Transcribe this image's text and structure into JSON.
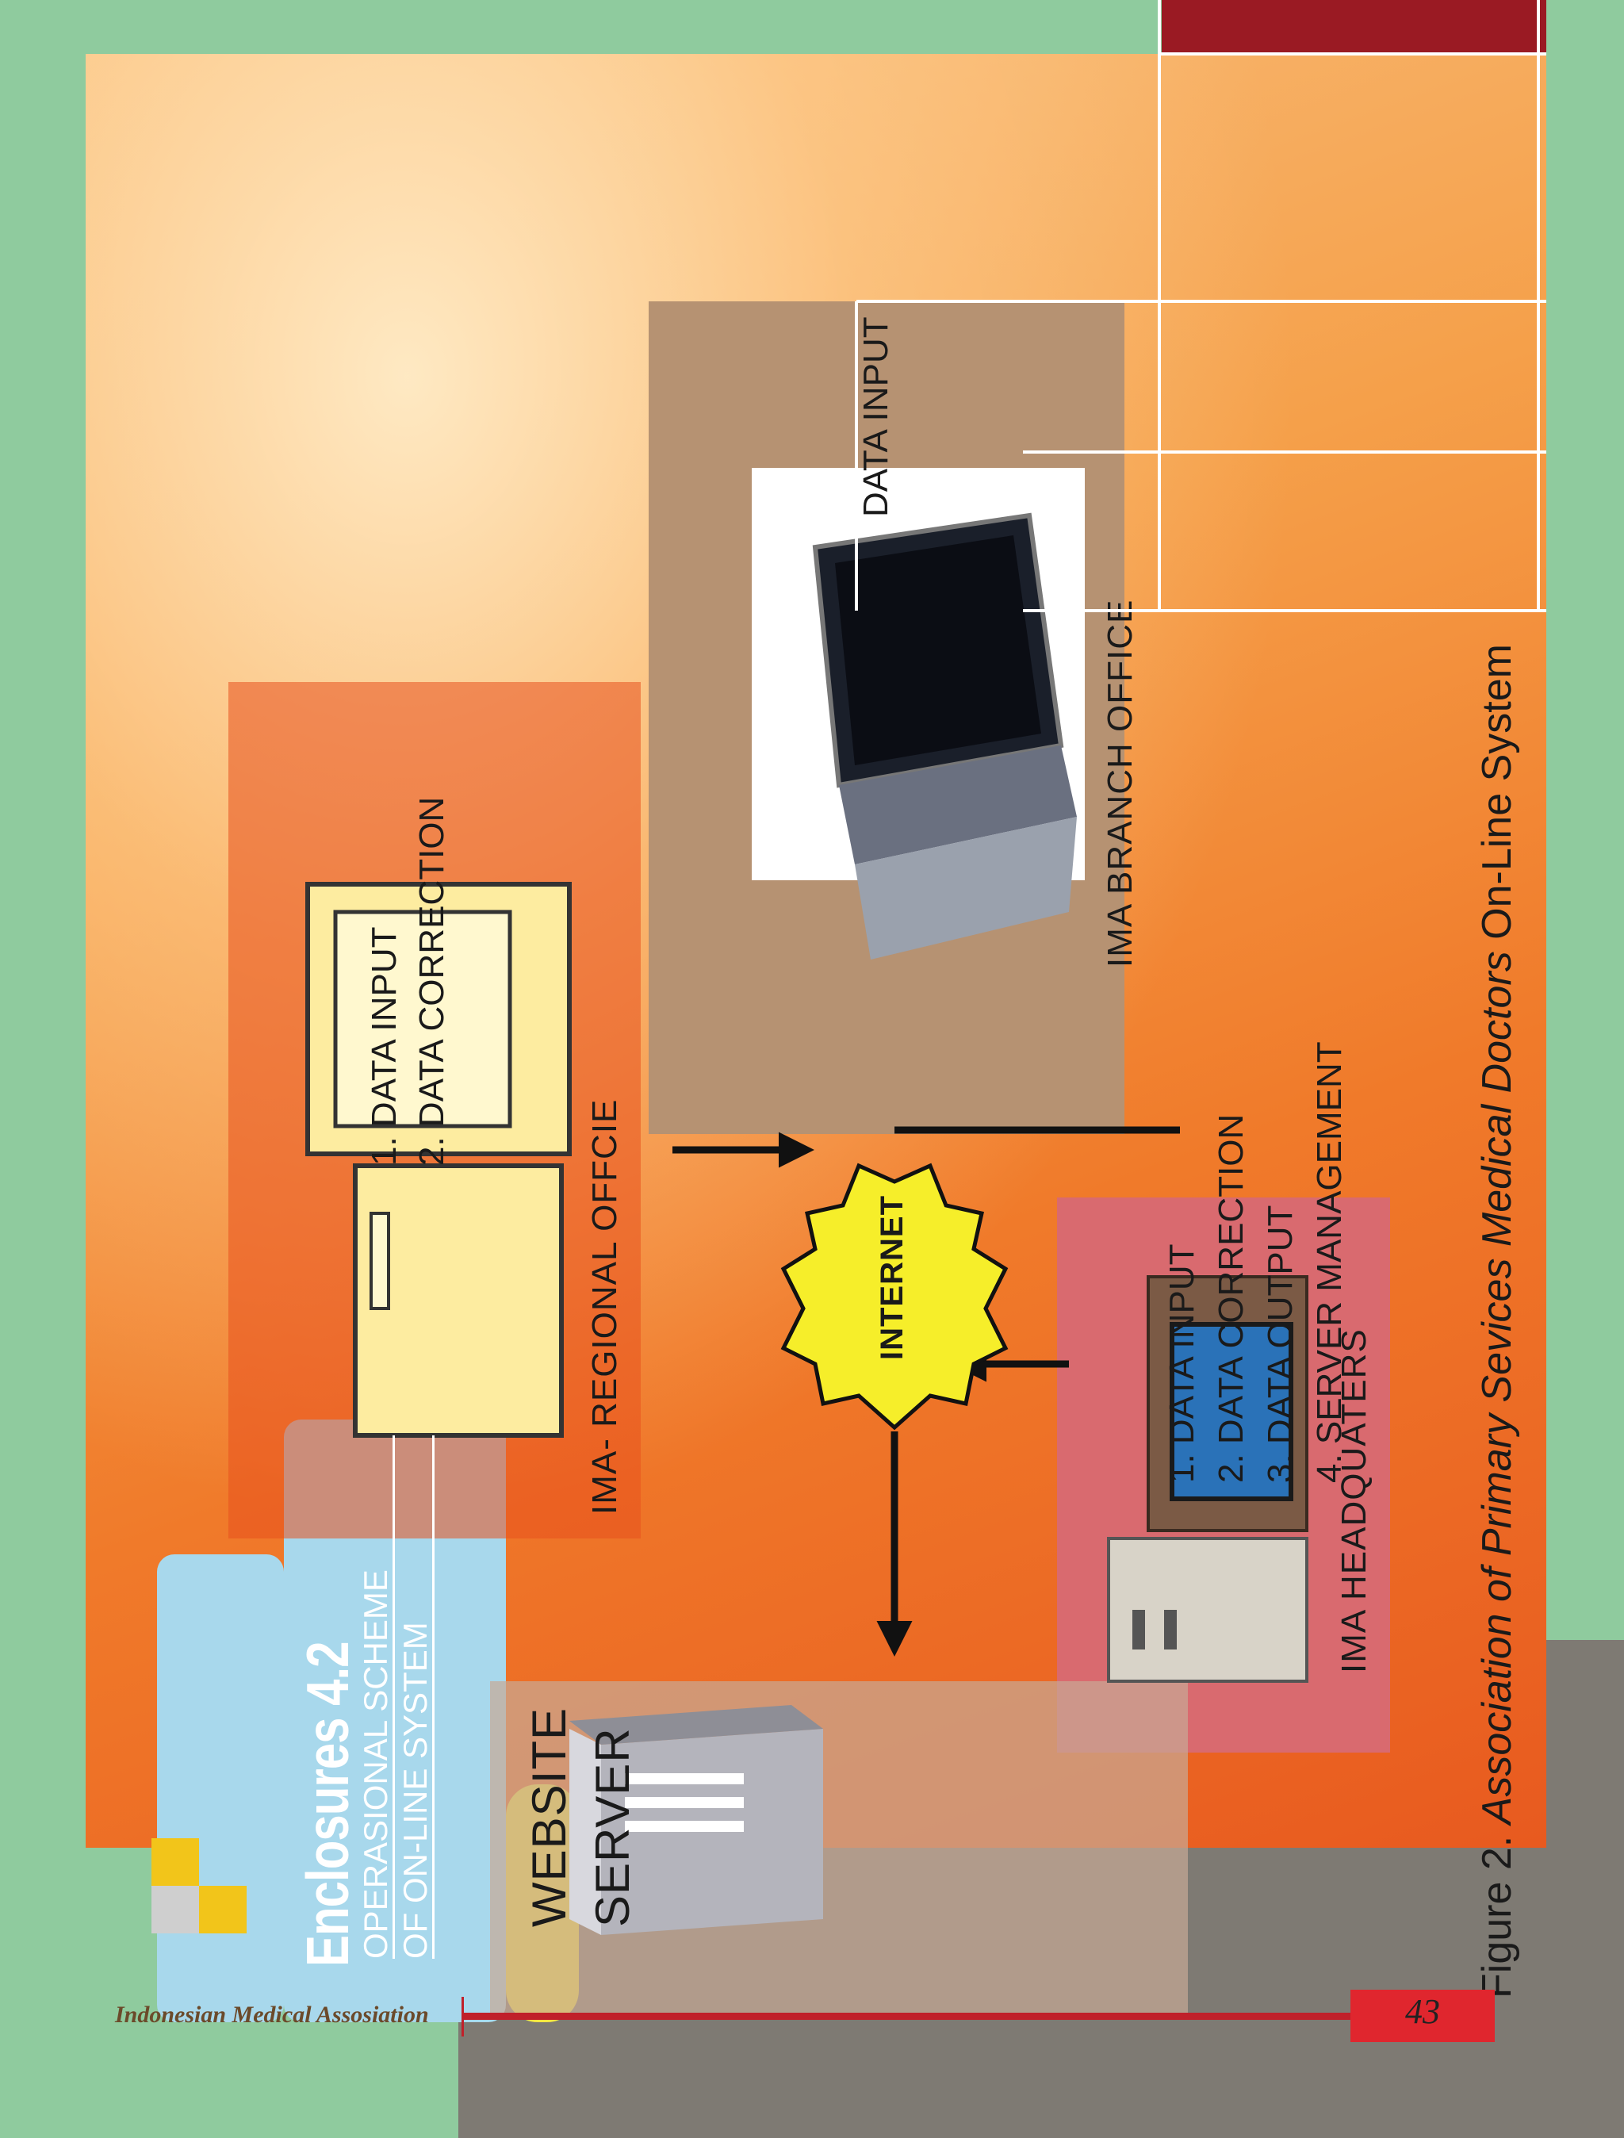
{
  "enclosure": {
    "title": "Enclosures 4.2",
    "subtitle_line1": "OPERASIONAL SCHEME",
    "subtitle_line2": "OF ON-LINE SYSTEM"
  },
  "nodes": {
    "regional": {
      "label": "IMA- REGIONAL OFFCIE",
      "tasks": [
        "1.  DATA INPUT",
        "2.  DATA CORRECTION"
      ]
    },
    "branch": {
      "label": "IMA   BRANCH OFFICE",
      "tag": "DATA INPUT"
    },
    "headquarters": {
      "label": "IMA   HEADQUATERS",
      "tasks": [
        "1.  DATA INPUT",
        "2.  DATA CORRECTION",
        "3.  DATA OUTPUT",
        "4.  SERVER MANAGEMENT"
      ]
    },
    "server": {
      "line1": "WEBSITE",
      "line2": "SERVER"
    },
    "internet": {
      "label": "INTERNET"
    }
  },
  "caption": {
    "prefix": "Figure 2. ",
    "italic": "Association of Primary Sevices Medical Doctors",
    "suffix": " On-Line System"
  },
  "footer": {
    "org": "Indonesian Medical Assosiation",
    "page": "43"
  },
  "colors": {
    "frame_green": "#8fcb9e",
    "frame_grey": "#7e7a73",
    "accent_red": "#9a1a23",
    "label_blue": "#a8d8ec",
    "tag_yellow": "#f5e641"
  }
}
